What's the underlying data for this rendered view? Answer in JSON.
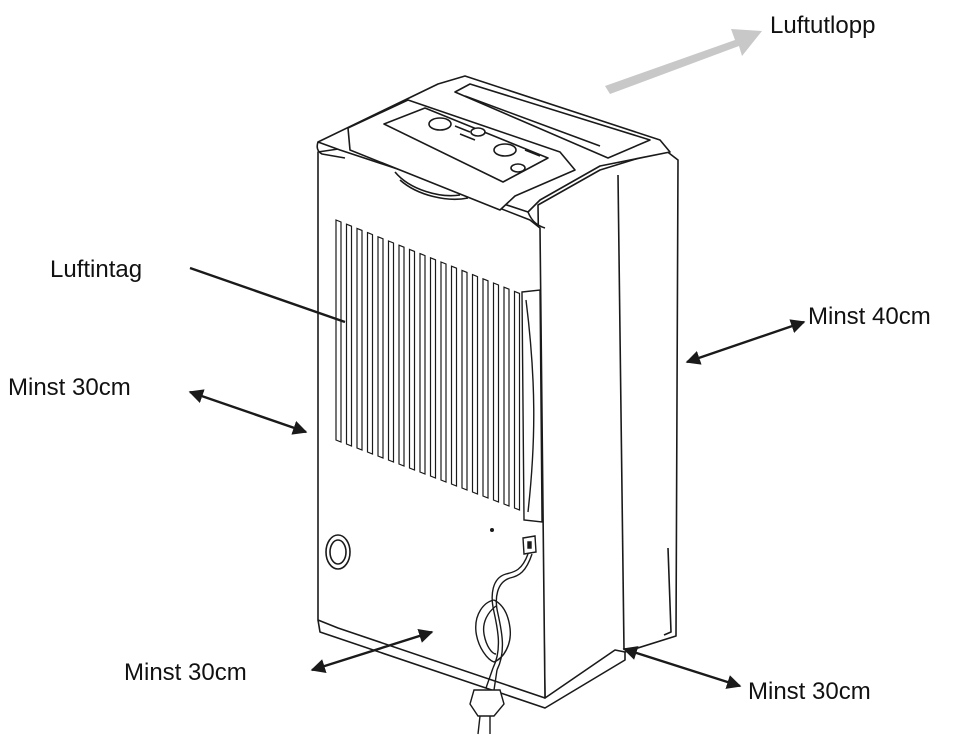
{
  "labels": {
    "air_outlet": "Luftutlopp",
    "air_intake": "Luftintag",
    "clearance_right": "Minst 40cm",
    "clearance_left": "Minst 30cm",
    "clearance_front": "Minst 30cm",
    "clearance_rear_bottom": "Minst 30cm"
  },
  "colors": {
    "outline": "#1a1a1a",
    "outlet_arrow": "#c8c8c8",
    "body_fill": "#ffffff"
  }
}
